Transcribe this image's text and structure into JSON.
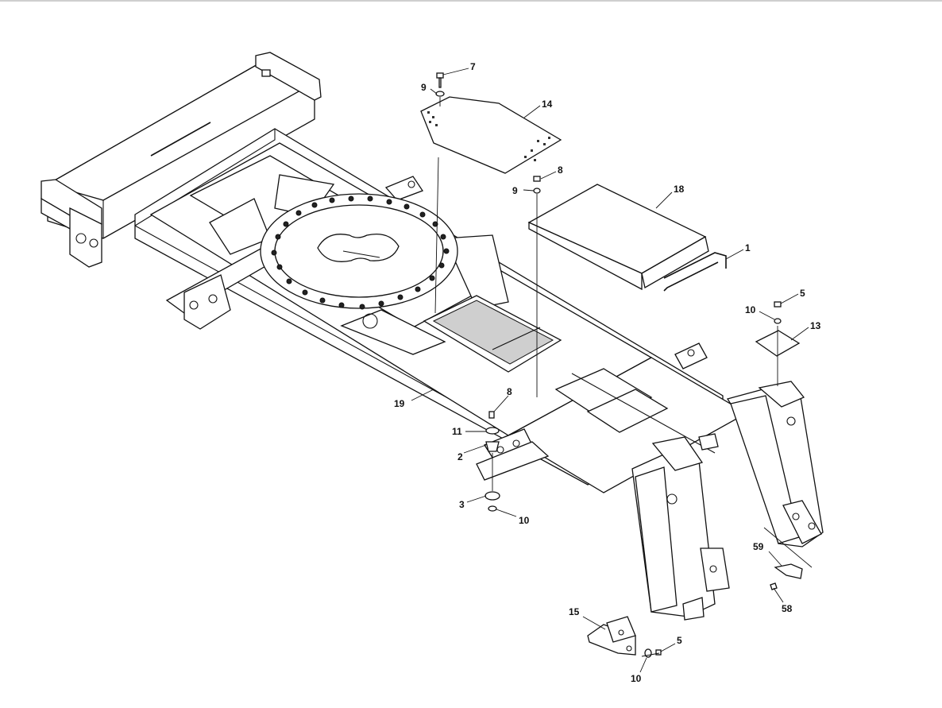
{
  "diagram": {
    "type": "exploded-parts-view",
    "callouts": [
      {
        "id": "c7a",
        "label": "7"
      },
      {
        "id": "c9a",
        "label": "9"
      },
      {
        "id": "c14",
        "label": "14"
      },
      {
        "id": "c8a",
        "label": "8"
      },
      {
        "id": "c9b",
        "label": "9"
      },
      {
        "id": "c18",
        "label": "18"
      },
      {
        "id": "c1",
        "label": "1"
      },
      {
        "id": "c5a",
        "label": "5"
      },
      {
        "id": "c10a",
        "label": "10"
      },
      {
        "id": "c13",
        "label": "13"
      },
      {
        "id": "c19",
        "label": "19"
      },
      {
        "id": "c8b",
        "label": "8"
      },
      {
        "id": "c11",
        "label": "11"
      },
      {
        "id": "c2",
        "label": "2"
      },
      {
        "id": "c3",
        "label": "3"
      },
      {
        "id": "c10b",
        "label": "10"
      },
      {
        "id": "c59",
        "label": "59"
      },
      {
        "id": "c58",
        "label": "58"
      },
      {
        "id": "c15",
        "label": "15"
      },
      {
        "id": "c5b",
        "label": "5"
      },
      {
        "id": "c10c",
        "label": "10"
      }
    ]
  }
}
